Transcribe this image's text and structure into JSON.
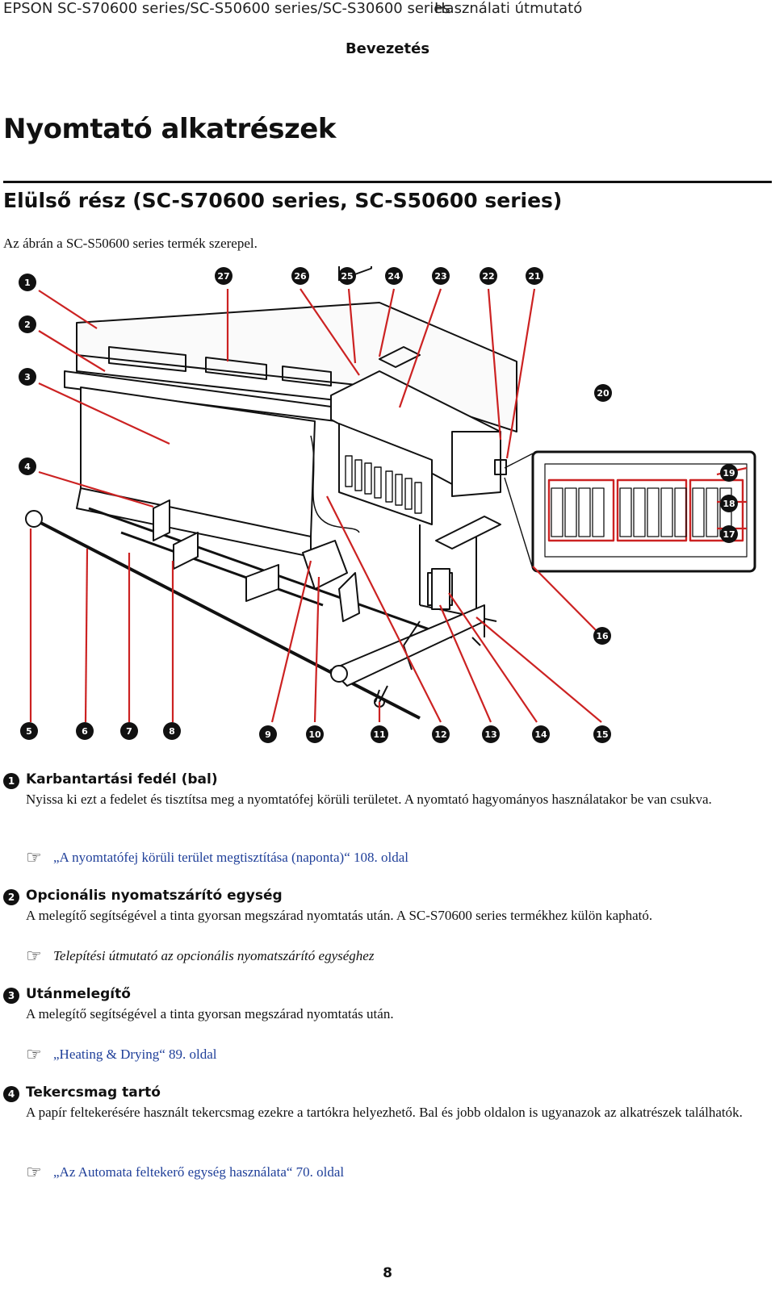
{
  "header": {
    "left": "EPSON SC-S70600 series/SC-S50600 series/SC-S30600 series",
    "right": "Használati útmutató"
  },
  "section": "Bevezetés",
  "title": "Nyomtató alkatrészek",
  "subtitle": "Elülső rész (SC-S70600 series, SC-S50600 series)",
  "intro": "Az ábrán a SC-S50600 series termék szerepel.",
  "callouts": [
    "1",
    "2",
    "3",
    "4",
    "5",
    "6",
    "7",
    "8",
    "9",
    "10",
    "11",
    "12",
    "13",
    "14",
    "15",
    "16",
    "17",
    "18",
    "19",
    "20",
    "21",
    "22",
    "23",
    "24",
    "25",
    "26",
    "27"
  ],
  "items": [
    {
      "num": "1",
      "title": "Karbantartási fedél (bal)",
      "desc": "Nyissa ki ezt a fedelet és tisztítsa meg a nyomtatófej körüli területet. A nyomtató hagyományos használatakor be van csukva.",
      "ref": "„A nyomtatófej körüli terület megtisztítása (naponta)“ 108. oldal"
    },
    {
      "num": "2",
      "title": "Opcionális nyomatszárító egység",
      "desc": "A melegítő segítségével a tinta gyorsan megszárad nyomtatás után. A SC-S70600 series termékhez külön kapható.",
      "ref": "Telepítési útmutató az opcionális nyomatszárító egységhez"
    },
    {
      "num": "3",
      "title": "Utánmelegítő",
      "desc": "A melegítő segítségével a tinta gyorsan megszárad nyomtatás után.",
      "ref": "„Heating & Drying“ 89. oldal"
    },
    {
      "num": "4",
      "title": "Tekercsmag tartó",
      "desc": "A papír feltekerésére használt tekercsmag ezekre a tartókra helyezhető. Bal és jobb oldalon is ugyanazok az alkatrészek találhatók.",
      "ref": "„Az Automata feltekerő egység használata“ 70. oldal"
    }
  ],
  "page_number": "8",
  "colors": {
    "link": "#1f3f99",
    "ink_slot_red": "#cc2222"
  }
}
